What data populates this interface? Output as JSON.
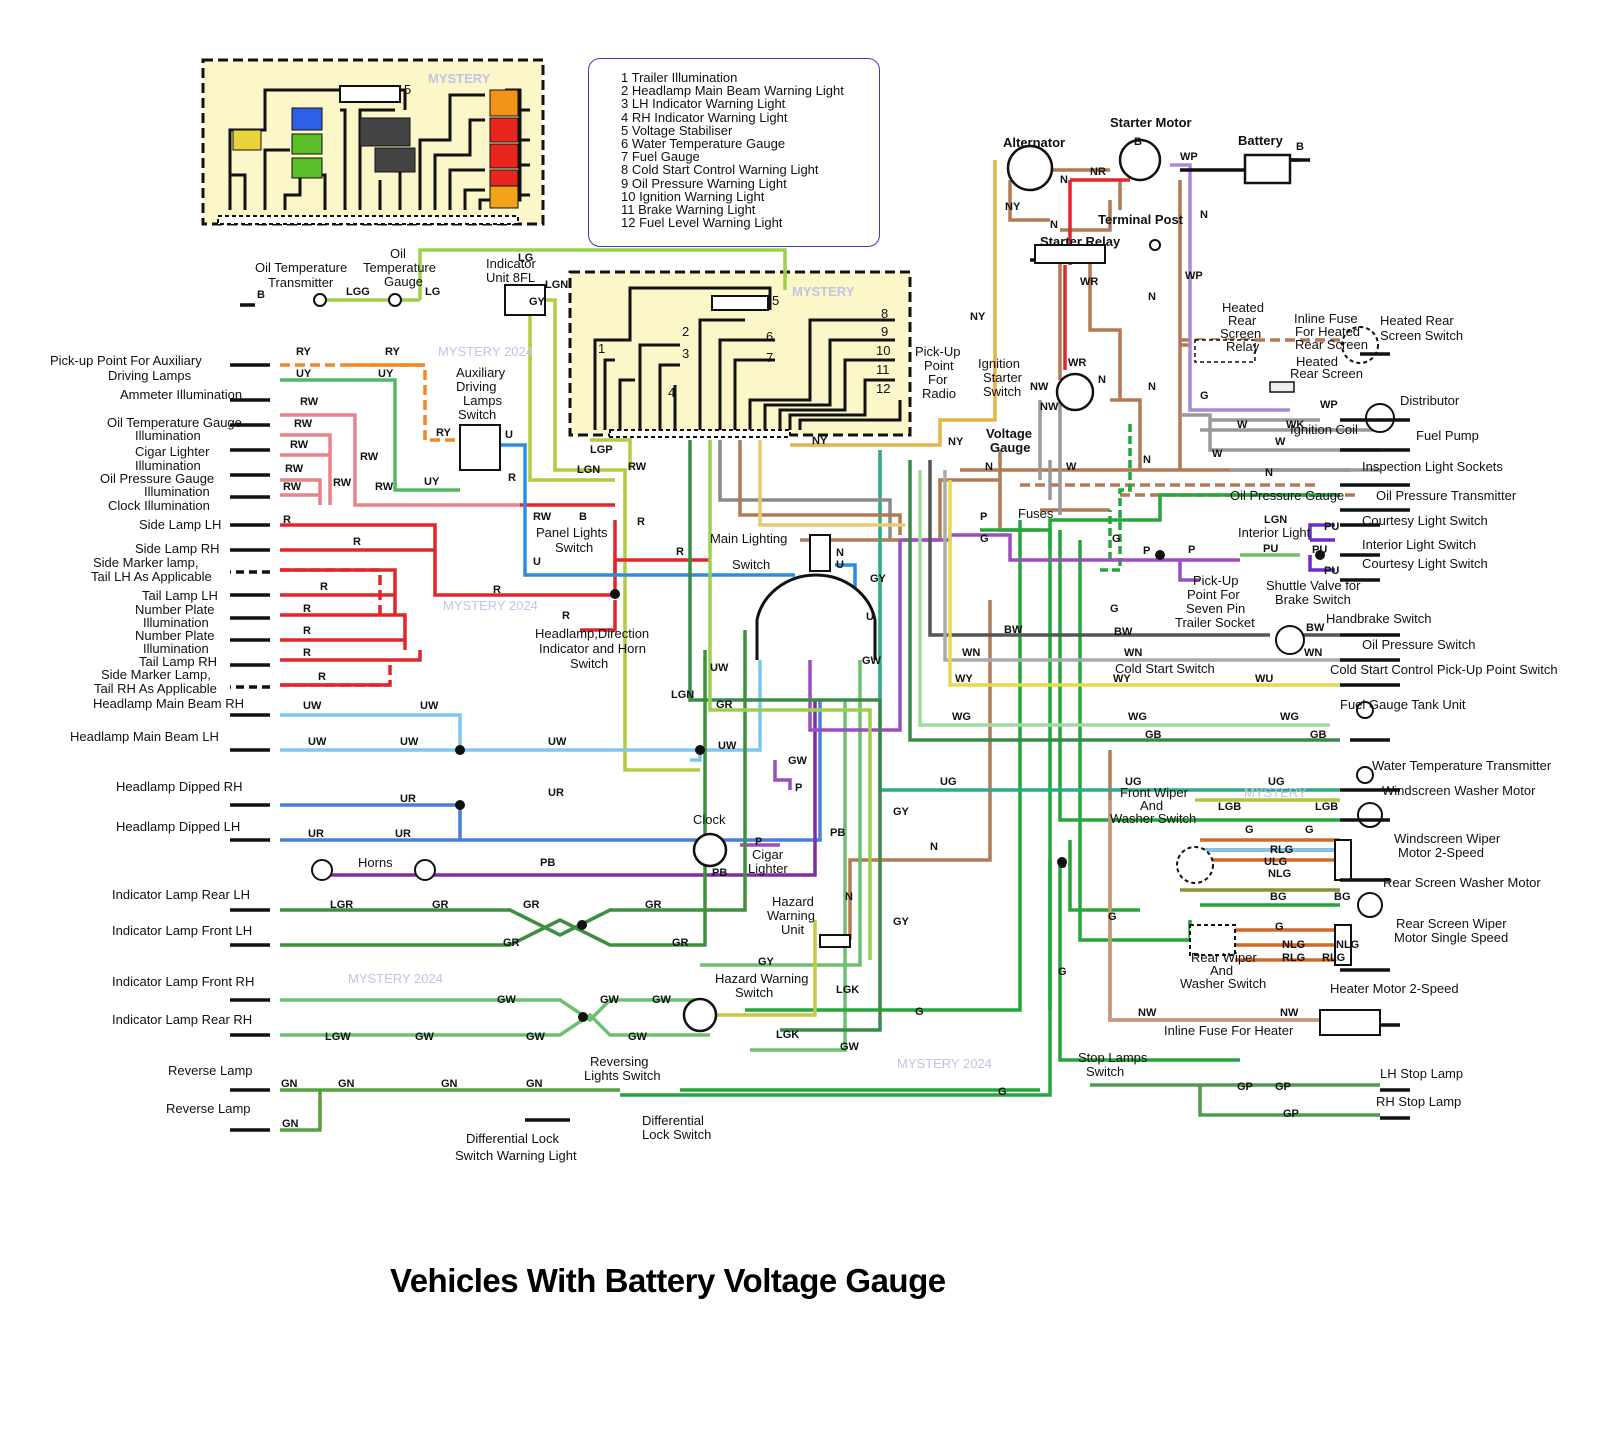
{
  "title": "Vehicles With Battery Voltage Gauge",
  "watermarks": {
    "mystery": "MYSTERY",
    "mystery_2024": "MYSTERY 2024"
  },
  "legend": [
    {
      "num": "1",
      "text": "Trailer Illumination"
    },
    {
      "num": "2",
      "text": "Headlamp Main Beam Warning Light"
    },
    {
      "num": "3",
      "text": "LH Indicator Warning Light"
    },
    {
      "num": "4",
      "text": "RH Indicator Warning Light"
    },
    {
      "num": "5",
      "text": "Voltage Stabiliser"
    },
    {
      "num": "6",
      "text": "Water Temperature Gauge"
    },
    {
      "num": "7",
      "text": "Fuel Gauge"
    },
    {
      "num": "8",
      "text": "Cold Start Control Warning Light"
    },
    {
      "num": "9",
      "text": "Oil Pressure Warning Light"
    },
    {
      "num": "10",
      "text": "Ignition Warning Light"
    },
    {
      "num": "11",
      "text": "Brake Warning Light"
    },
    {
      "num": "12",
      "text": "Fuel Level Warning Light"
    }
  ],
  "components": {
    "alternator": "Alternator",
    "starter_motor": "Starter Motor",
    "battery": "Battery",
    "terminal_post": "Terminal Post",
    "starter_relay": "Starter Relay",
    "oil_temp_transmitter": [
      "Oil Temperature",
      "Transmitter"
    ],
    "oil_temp_gauge": [
      "Oil",
      "Temperature",
      "Gauge"
    ],
    "indicator_unit": [
      "Indicator",
      "Unit 8FL"
    ],
    "pickup_radio": [
      "Pick-Up",
      "Point",
      "For",
      "Radio"
    ],
    "ignition_starter_switch": [
      "Ignition",
      "Starter",
      "Switch"
    ],
    "voltage_gauge": [
      "Voltage",
      "Gauge"
    ],
    "heated_rear_screen_relay": [
      "Heated",
      "Rear",
      "Screen",
      "Relay"
    ],
    "inline_fuse_rear": [
      "Inline Fuse",
      "For Heated",
      "Rear Screen"
    ],
    "heated_rear_screen_switch": [
      "Heated Rear",
      "Screen Switch"
    ],
    "heated_rear_screen": [
      "Heated",
      "Rear Screen"
    ],
    "distributor": "Distributor",
    "ignition_coil": "Ignition Coil",
    "fuel_pump": "Fuel Pump",
    "inspection_light_sockets": "Inspection Light Sockets",
    "oil_pressure_gauge": "Oil Pressure Gauge",
    "oil_pressure_transmitter": "Oil Pressure Transmitter",
    "courtesy_light_switch": "Courtesy Light Switch",
    "interior_light_switch": "Interior Light Switch",
    "interior_light": "Interior Light",
    "fuses": "Fuses",
    "pickup_trailer": [
      "Pick-Up",
      "Point For",
      "Seven Pin",
      "Trailer Socket"
    ],
    "shuttle_valve": [
      "Shuttle Valve for",
      "Brake Switch"
    ],
    "handbrake_switch": "Handbrake Switch",
    "oil_pressure_switch": "Oil Pressure Switch",
    "cold_start_switch": "Cold Start Switch",
    "cold_start_pickup": "Cold Start Control Pick-Up Point Switch",
    "fuel_gauge_tank": "Fuel Gauge Tank Unit",
    "water_temp_transmitter": "Water Temperature Transmitter",
    "windscreen_washer_motor": "Windscreen Washer Motor",
    "front_wiper_switch": [
      "Front Wiper",
      "And",
      "Washer Switch"
    ],
    "windscreen_wiper_motor": [
      "Windscreen Wiper",
      "Motor 2-Speed"
    ],
    "rear_screen_washer_motor": "Rear Screen Washer Motor",
    "rear_wiper_motor": [
      "Rear Screen Wiper",
      "Motor Single Speed"
    ],
    "rear_wiper_switch": [
      "Rear Wiper",
      "And",
      "Washer Switch"
    ],
    "heater_motor": "Heater Motor 2-Speed",
    "inline_fuse_heater": "Inline Fuse For Heater",
    "stop_lamps_switch": [
      "Stop Lamps",
      "Switch"
    ],
    "lh_stop_lamp": "LH Stop Lamp",
    "rh_stop_lamp": "RH Stop Lamp",
    "auxiliary_lamps_switch": [
      "Auxiliary",
      "Driving",
      "Lamps",
      "Switch"
    ],
    "panel_lights_switch": [
      "Panel Lights",
      "Switch"
    ],
    "main_lighting_switch": [
      "Main Lighting",
      "Switch"
    ],
    "headlamp_switch": [
      "Headlamp,Direction",
      "Indicator and Horn",
      "Switch"
    ],
    "clock": "Clock",
    "cigar_lighter": [
      "Cigar",
      "Lighter"
    ],
    "horns": "Horns",
    "hazard_warning_unit": [
      "Hazard",
      "Warning",
      "Unit"
    ],
    "hazard_warning_switch": [
      "Hazard Warning",
      "Switch"
    ],
    "reversing_lights_switch": [
      "Reversing",
      "Lights Switch"
    ],
    "differential_lock_switch": [
      "Differential",
      "Lock Switch"
    ],
    "diff_lock_warning": [
      "Differential Lock",
      "Switch Warning Light"
    ]
  },
  "left_labels": [
    [
      "Pick-up Point For Auxiliary",
      "Driving Lamps"
    ],
    [
      "Ammeter Illumination"
    ],
    [
      "Oil Temperature Gauge",
      "Illumination"
    ],
    [
      "Cigar Lighter",
      "Illumination"
    ],
    [
      "Oil Pressure Gauge",
      "Illumination"
    ],
    [
      "Clock Illumination"
    ],
    [
      "Side Lamp LH"
    ],
    [
      "Side Lamp RH"
    ],
    [
      "Side Marker lamp,",
      "Tail LH As Applicable"
    ],
    [
      "Tail Lamp LH"
    ],
    [
      "Number Plate",
      "Illumination"
    ],
    [
      "Number Plate",
      "Illumination"
    ],
    [
      "Tail Lamp RH"
    ],
    [
      "Side Marker Lamp,",
      "Tail RH As Applicable"
    ],
    [
      "Headlamp Main Beam RH"
    ],
    [
      "Headlamp Main Beam LH"
    ],
    [
      "Headlamp Dipped RH"
    ],
    [
      "Headlamp Dipped LH"
    ],
    [
      "Indicator Lamp Rear LH"
    ],
    [
      "Indicator Lamp Front LH"
    ],
    [
      "Indicator Lamp Front RH"
    ],
    [
      "Indicator Lamp Rear RH"
    ],
    [
      "Reverse Lamp"
    ],
    [
      "Reverse Lamp"
    ]
  ],
  "wire_codes": {
    "B": "B",
    "N": "N",
    "NR": "NR",
    "WP": "WP",
    "NY": "NY",
    "WR": "WR",
    "W": "W",
    "NW": "NW",
    "LG": "LG",
    "LGG": "LGG",
    "LGN": "LGN",
    "GY": "GY",
    "LGP": "LGP",
    "RY": "RY",
    "UY": "UY",
    "RW": "RW",
    "R": "R",
    "U": "U",
    "UW": "UW",
    "UR": "UR",
    "PB": "PB",
    "P": "P",
    "GR": "GR",
    "GW": "GW",
    "LGR": "LGR",
    "LGW": "LGW",
    "GN": "GN",
    "G": "G",
    "LGK": "LGK",
    "BW": "BW",
    "WN": "WN",
    "WY": "WY",
    "WU": "WU",
    "WG": "WG",
    "GB": "GB",
    "UG": "UG",
    "LGB": "LGB",
    "RLG": "RLG",
    "ULG": "ULG",
    "NLG": "NLG",
    "BG": "BG",
    "GP": "GP",
    "PU": "PU",
    "WK": "WK"
  },
  "colors": {
    "black": "#111111",
    "brown": "#b07a55",
    "red": "#e0262b",
    "blue": "#2a8ddf",
    "lightblue": "#7ec6ef",
    "green": "#25a63a",
    "lightgreen": "#9bd14a",
    "purple": "#9a4fc1",
    "orange": "#f08a24",
    "yellow": "#e6d84a",
    "teal": "#2aaa8a",
    "panel": "#fbf7c8"
  }
}
